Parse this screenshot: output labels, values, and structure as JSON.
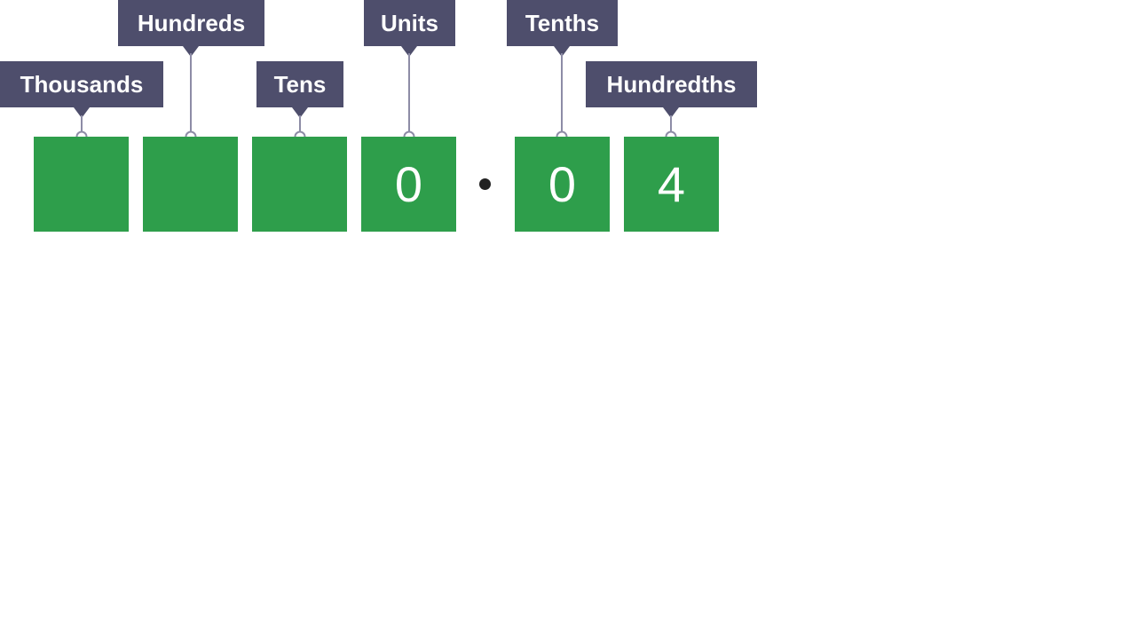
{
  "colors": {
    "label_background": "#4e4e6c",
    "label_text": "#ffffff",
    "connector_line": "#8d8ca6",
    "box_fill": "#2e9e4b",
    "digit_text": "#ffffff",
    "decimal_point": "#222222"
  },
  "places": [
    {
      "label": "Thousands",
      "digit": ""
    },
    {
      "label": "Hundreds",
      "digit": ""
    },
    {
      "label": "Tens",
      "digit": ""
    },
    {
      "label": "Units",
      "digit": "0"
    },
    {
      "label": "Tenths",
      "digit": "0"
    },
    {
      "label": "Hundredths",
      "digit": "4"
    }
  ]
}
